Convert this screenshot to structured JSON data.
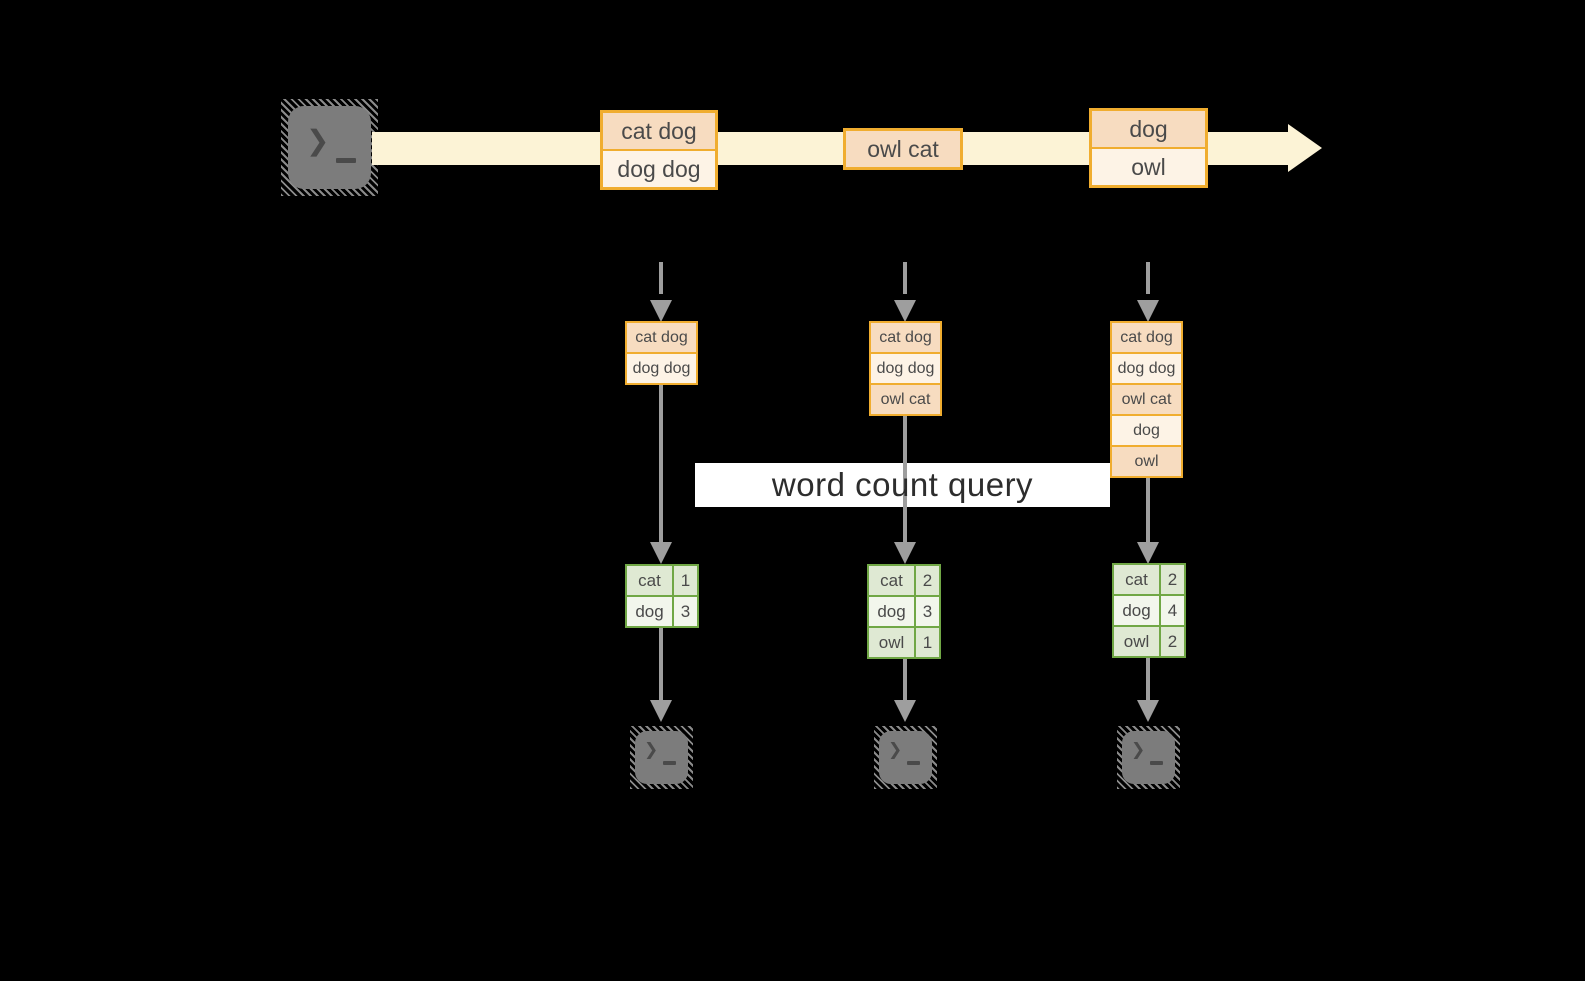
{
  "query_label": "word count query",
  "icons": {
    "terminal_glyph": "❯"
  },
  "colors": {
    "background": "#000000",
    "stream_band": "#fcf3d6",
    "record_border": "#f0ad2f",
    "record_fill_dark": "#f7dcc0",
    "record_fill_light": "#fdf3e6",
    "table_border": "#70a745",
    "table_fill_dark": "#dfe9d3",
    "table_fill_light": "#f2f6ec",
    "arrow_gray": "#9e9e9e",
    "terminal_gray": "#7c7c7c",
    "text_dark": "#4a4a4a",
    "query_text": "#2d2d2d",
    "query_bg": "#ffffff"
  },
  "stream": {
    "boxes": [
      {
        "rows": [
          "cat dog",
          "dog dog"
        ]
      },
      {
        "rows": [
          "owl cat"
        ]
      },
      {
        "rows": [
          "dog",
          "owl"
        ]
      }
    ]
  },
  "columns": [
    {
      "stack": [
        "cat dog",
        "dog dog"
      ],
      "table": [
        {
          "word": "cat",
          "count": "1"
        },
        {
          "word": "dog",
          "count": "3"
        }
      ]
    },
    {
      "stack": [
        "cat dog",
        "dog dog",
        "owl cat"
      ],
      "table": [
        {
          "word": "cat",
          "count": "2"
        },
        {
          "word": "dog",
          "count": "3"
        },
        {
          "word": "owl",
          "count": "1"
        }
      ]
    },
    {
      "stack": [
        "cat dog",
        "dog dog",
        "owl cat",
        "dog",
        "owl"
      ],
      "table": [
        {
          "word": "cat",
          "count": "2"
        },
        {
          "word": "dog",
          "count": "4"
        },
        {
          "word": "owl",
          "count": "2"
        }
      ]
    }
  ]
}
